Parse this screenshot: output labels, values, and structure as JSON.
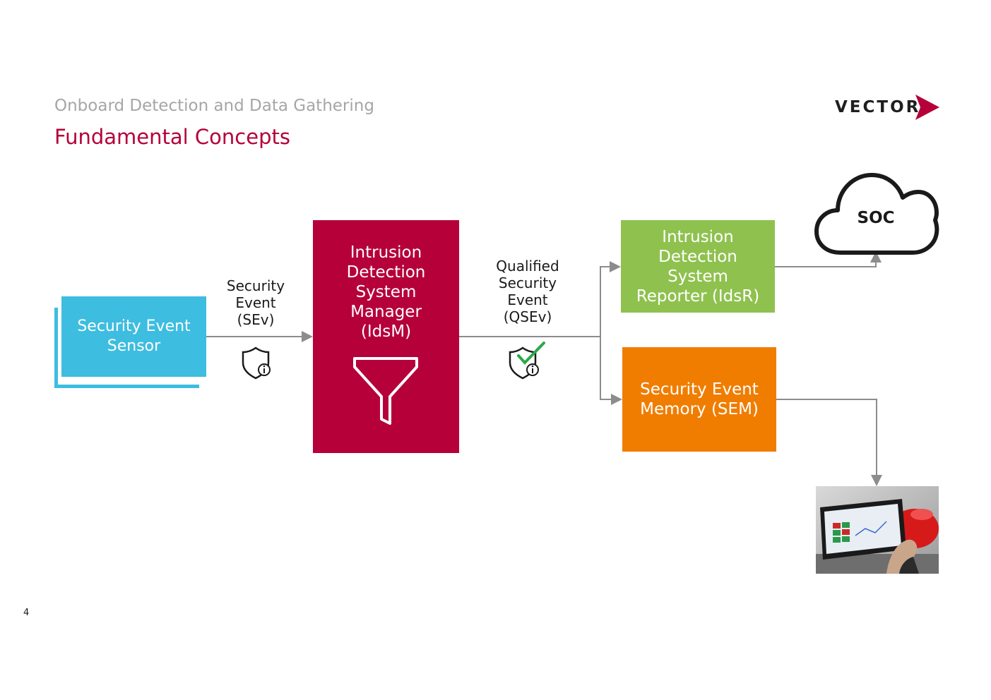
{
  "header": {
    "subtitle": "Onboard Detection and Data Gathering",
    "title": "Fundamental Concepts",
    "logo_text": "VECTOR",
    "brand_color": "#b5003a"
  },
  "nodes": {
    "sensor": "Security Event\nSensor",
    "idsm": "Intrusion\nDetection\nSystem\nManager\n(IdsM)",
    "idsr": "Intrusion\nDetection\nSystem\nReporter (IdsR)",
    "sem": "Security Event\nMemory (SEM)",
    "soc": "SOC"
  },
  "edges": {
    "sev_label": "Security\nEvent\n(SEv)",
    "qsev_label": "Qualified\nSecurity\nEvent\n(QSEv)"
  },
  "icons": {
    "sev": "shield-info-icon",
    "qsev": "shield-check-icon",
    "filter": "funnel-icon",
    "cloud": "cloud-icon",
    "photo": "tablet-car-diagnostics-photo"
  },
  "colors": {
    "sensor": "#3dbde0",
    "idsm": "#b5003a",
    "idsr": "#8fc14f",
    "sem": "#f07d00",
    "arrow": "#8c8c8c",
    "check": "#2aa84a"
  },
  "footer": {
    "page_number": "4"
  }
}
